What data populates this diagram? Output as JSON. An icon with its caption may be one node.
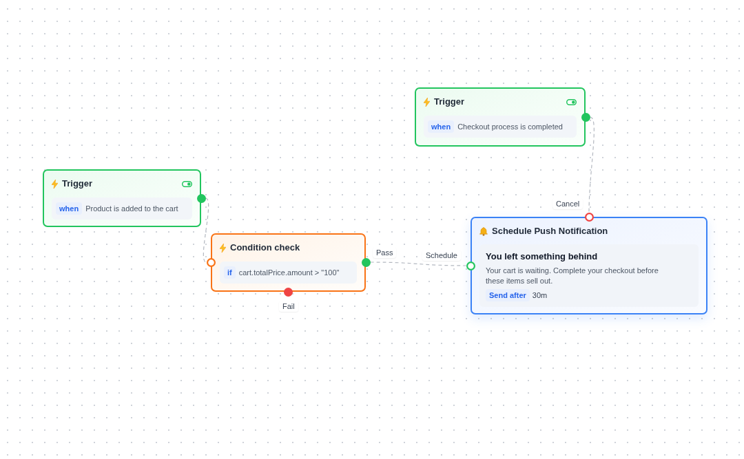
{
  "diagram": {
    "nodes": [
      {
        "text": [
          "Trigger",
          "when",
          "Checkout process is completed"
        ]
      },
      {
        "text": [
          "Trigger",
          "when",
          "Product is added to the cart"
        ]
      },
      {
        "text": [
          "Condition check",
          "if",
          "cart.totalPrice.amount > \"100\""
        ],
        "beside": [
          "Pass",
          "Fail"
        ]
      },
      {
        "text": [
          "Schedule Push Notification",
          "You left something behind",
          "Your cart is waiting. Complete your checkout before these items sell out.",
          "Send after",
          "30m"
        ],
        "beside": [
          "Cancel",
          "Schedule"
        ]
      }
    ],
    "edges": [
      {
        "from": 1,
        "to": 2,
        "arrow": "none",
        "style": "dashed"
      },
      {
        "from": 2,
        "to": 3,
        "arrow": "none",
        "style": "dashed"
      },
      {
        "from": 0,
        "to": 3,
        "arrow": "none",
        "style": "dashed"
      }
    ]
  }
}
